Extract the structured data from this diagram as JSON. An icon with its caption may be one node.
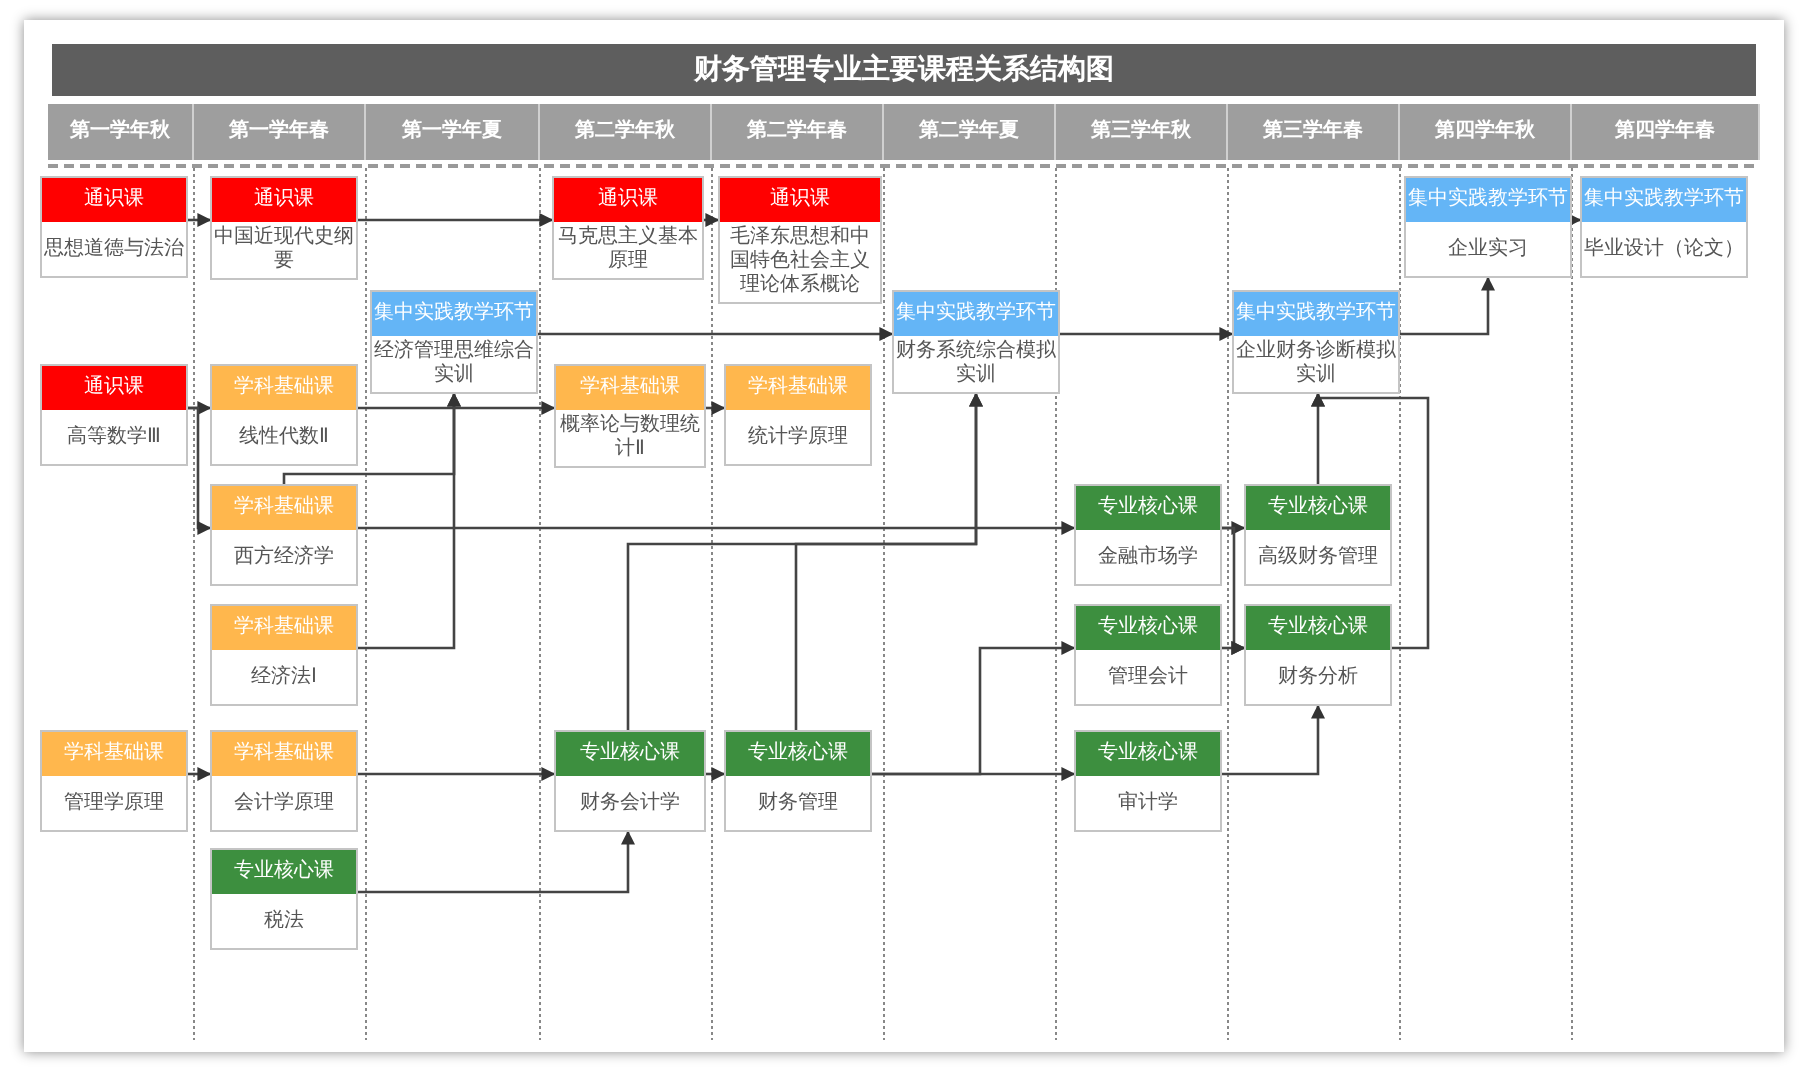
{
  "diagram": {
    "title": "财务管理专业主要课程关系结构图",
    "nodes": [
      {
        "text": [
          "通识课",
          "思想道德与法治"
        ]
      },
      {
        "text": [
          "通识课",
          "中国近现代史纲要"
        ]
      },
      {
        "text": [
          "通识课",
          "马克思主义基本原理"
        ]
      },
      {
        "text": [
          "通识课",
          "毛泽东思想和中国特色社会主义理论体系概论"
        ]
      },
      {
        "text": [
          "集中实践教学环节",
          "经济管理思维综合实训"
        ]
      },
      {
        "text": [
          "集中实践教学环节",
          "财务系统综合模拟实训"
        ]
      },
      {
        "text": [
          "集中实践教学环节",
          "企业财务诊断模拟实训"
        ]
      },
      {
        "text": [
          "集中实践教学环节",
          "企业实习"
        ]
      },
      {
        "text": [
          "集中实践教学环节",
          "毕业设计（论文）"
        ]
      },
      {
        "text": [
          "通识课",
          "高等数学Ⅲ"
        ]
      },
      {
        "text": [
          "学科基础课",
          "线性代数Ⅱ"
        ]
      },
      {
        "text": [
          "学科基础课",
          "概率论与数理统计Ⅱ"
        ]
      },
      {
        "text": [
          "学科基础课",
          "统计学原理"
        ]
      },
      {
        "text": [
          "学科基础课",
          "西方经济学"
        ]
      },
      {
        "text": [
          "学科基础课",
          "经济法Ⅰ"
        ]
      },
      {
        "text": [
          "专业核心课",
          "金融市场学"
        ]
      },
      {
        "text": [
          "专业核心课",
          "高级财务管理"
        ]
      },
      {
        "text": [
          "专业核心课",
          "管理会计"
        ]
      },
      {
        "text": [
          "专业核心课",
          "财务分析"
        ]
      },
      {
        "text": [
          "学科基础课",
          "管理学原理"
        ]
      },
      {
        "text": [
          "学科基础课",
          "会计学原理"
        ]
      },
      {
        "text": [
          "专业核心课",
          "财务会计学"
        ]
      },
      {
        "text": [
          "专业核心课",
          "财务管理"
        ]
      },
      {
        "text": [
          "专业核心课",
          "审计学"
        ]
      },
      {
        "text": [
          "专业核心课",
          "税法"
        ]
      }
    ],
    "edges": [
      {
        "from": 0,
        "to": 1,
        "arrow": "to"
      },
      {
        "from": 1,
        "to": 2,
        "arrow": "to"
      },
      {
        "from": 2,
        "to": 3,
        "arrow": "to"
      },
      {
        "from": 4,
        "to": 5,
        "arrow": "to"
      },
      {
        "from": 5,
        "to": 6,
        "arrow": "to"
      },
      {
        "from": 6,
        "to": 7,
        "arrow": "to"
      },
      {
        "from": 7,
        "to": 8,
        "arrow": "to"
      },
      {
        "from": 9,
        "to": 10,
        "arrow": "to"
      },
      {
        "from": 9,
        "to": 13,
        "arrow": "to"
      },
      {
        "from": 10,
        "to": 11,
        "arrow": "to"
      },
      {
        "from": 11,
        "to": 12,
        "arrow": "to"
      },
      {
        "from": 13,
        "to": 4,
        "arrow": "to"
      },
      {
        "from": 14,
        "to": 4,
        "arrow": "to"
      },
      {
        "from": 13,
        "to": 15,
        "arrow": "to"
      },
      {
        "from": 21,
        "to": 5,
        "arrow": "to"
      },
      {
        "from": 22,
        "to": 5,
        "arrow": "to"
      },
      {
        "from": 15,
        "to": 16,
        "arrow": "to"
      },
      {
        "from": 15,
        "to": 18,
        "arrow": "to"
      },
      {
        "from": 17,
        "to": 18,
        "arrow": "to"
      },
      {
        "from": 16,
        "to": 6,
        "arrow": "to"
      },
      {
        "from": 18,
        "to": 6,
        "arrow": "to"
      },
      {
        "from": 19,
        "to": 20,
        "arrow": "to"
      },
      {
        "from": 20,
        "to": 21,
        "arrow": "to"
      },
      {
        "from": 21,
        "to": 22,
        "arrow": "to"
      },
      {
        "from": 22,
        "to": 23,
        "arrow": "to"
      },
      {
        "from": 22,
        "to": 17,
        "arrow": "to"
      },
      {
        "from": 23,
        "to": 18,
        "arrow": "to"
      },
      {
        "from": 24,
        "to": 21,
        "arrow": "to"
      }
    ],
    "labels": [
      "第一学年秋",
      "第一学年春",
      "第一学年夏",
      "第二学年秋",
      "第二学年春",
      "第二学年夏",
      "第三学年秋",
      "第三学年春",
      "第四学年秋",
      "第四学年春"
    ]
  }
}
